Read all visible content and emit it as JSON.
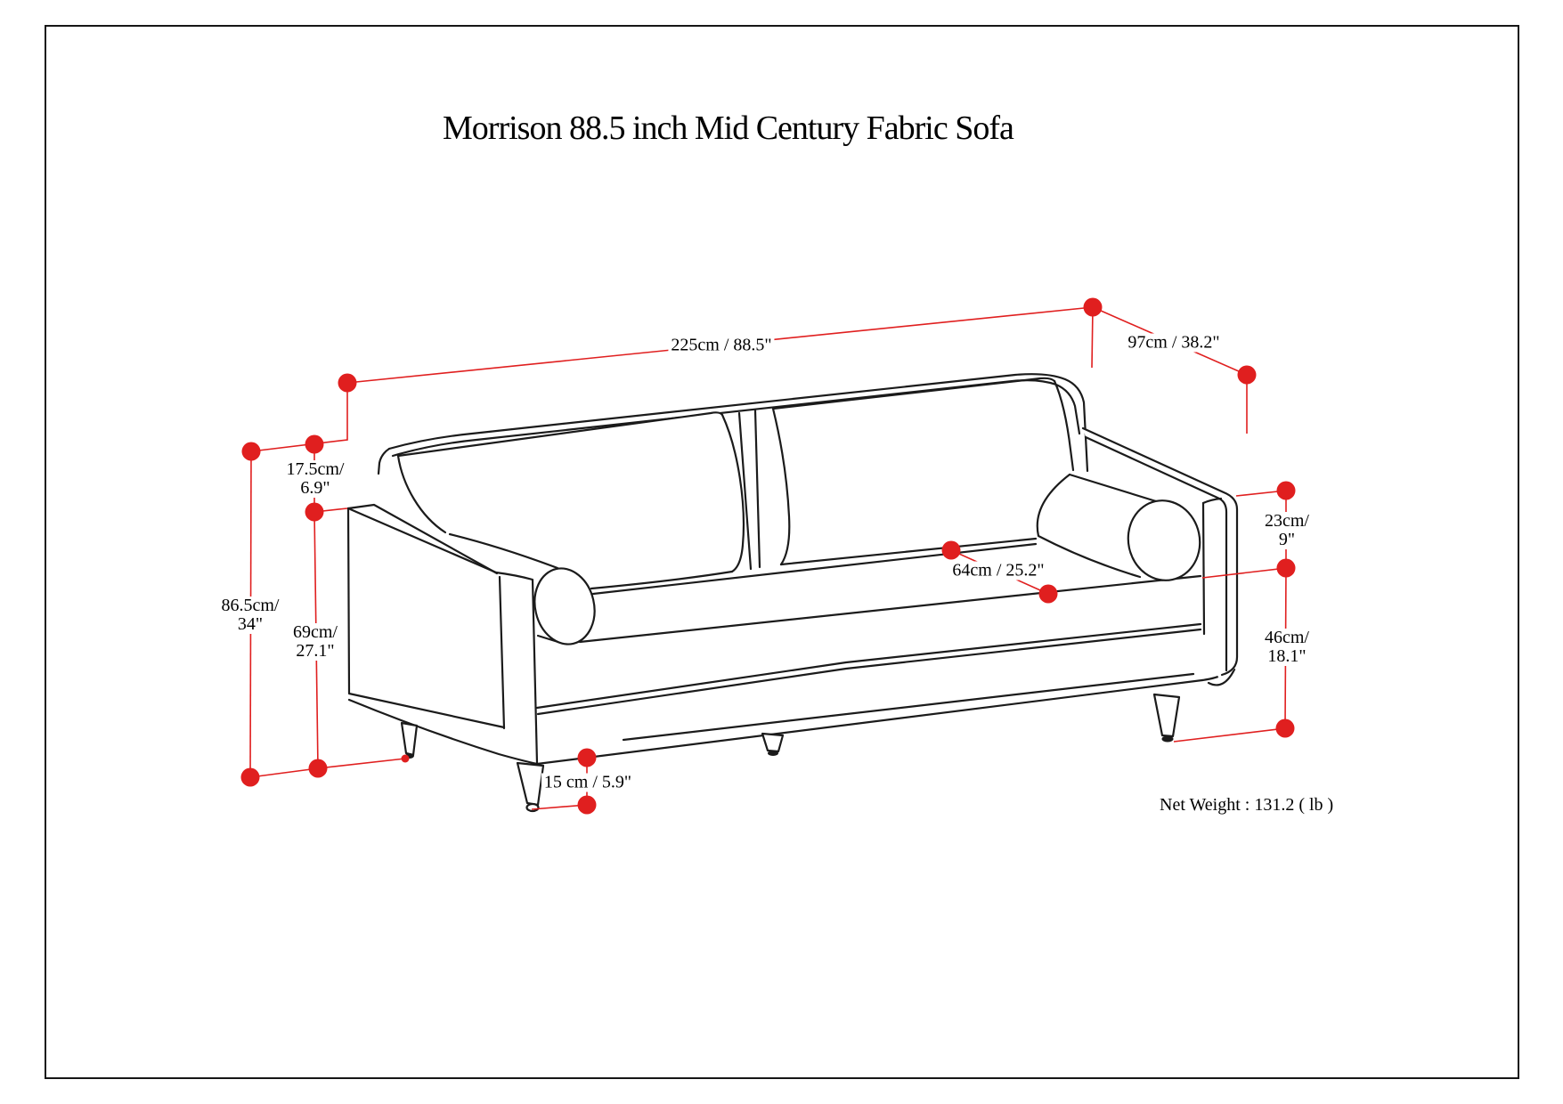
{
  "page": {
    "title": "Morrison 88.5 inch Mid Century Fabric Sofa",
    "net_weight": "Net Weight : 131.2 ( lb )"
  },
  "diagram": {
    "accent_color": "#e01f1f",
    "line_color": "#1b1b1b",
    "dimensions": {
      "overall_width": "225cm / 88.5\"",
      "overall_depth": "97cm / 38.2\"",
      "back_cushion_height_l1": "17.5cm/",
      "back_cushion_height_l2": "6.9\"",
      "overall_height_l1": "86.5cm/",
      "overall_height_l2": "34\"",
      "arm_height_l1": "69cm/",
      "arm_height_l2": "27.1\"",
      "seat_depth": "64cm / 25.2\"",
      "seat_cushion_thickness_l1": "23cm/",
      "seat_cushion_thickness_l2": "9\"",
      "seat_height_l1": "46cm/",
      "seat_height_l2": "18.1\"",
      "leg_height": "15 cm / 5.9\""
    }
  }
}
